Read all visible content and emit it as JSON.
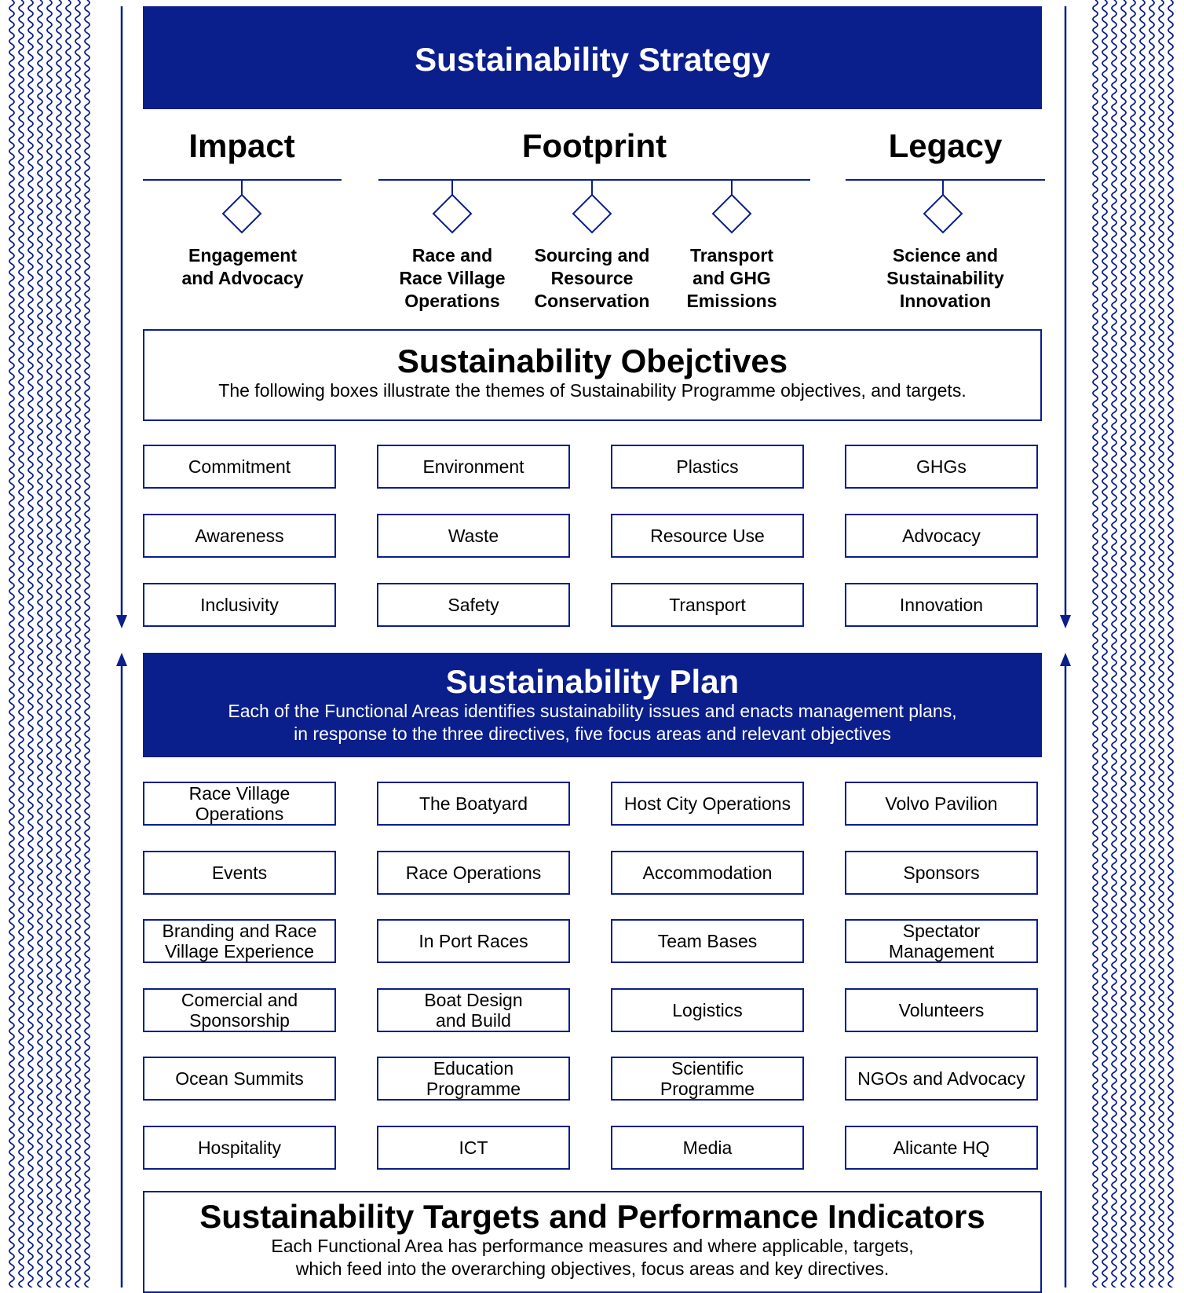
{
  "strategy": {
    "title": "Sustainability Strategy"
  },
  "pillars": [
    {
      "label": "Impact"
    },
    {
      "label": "Footprint"
    },
    {
      "label": "Legacy"
    }
  ],
  "focus_areas": [
    {
      "label": "Engagement\nand Advocacy"
    },
    {
      "label": "Race and\nRace Village\nOperations"
    },
    {
      "label": "Sourcing and\nResource\nConservation"
    },
    {
      "label": "Transport\nand GHG\nEmissions"
    },
    {
      "label": "Science and\nSustainability\nInnovation"
    }
  ],
  "objectives": {
    "title": "Sustainability Obejctives",
    "description": "The following boxes illustrate the themes of Sustainability Programme objectives, and targets.",
    "items": [
      [
        "Commitment",
        "Environment",
        "Plastics",
        "GHGs"
      ],
      [
        "Awareness",
        "Waste",
        "Resource Use",
        "Advocacy"
      ],
      [
        "Inclusivity",
        "Safety",
        "Transport",
        "Innovation"
      ]
    ]
  },
  "plan": {
    "title": "Sustainability Plan",
    "description_line1": "Each of the Functional Areas identifies sustainability issues and enacts management plans,",
    "description_line2": "in response to the three directives, five focus areas and relevant objectives",
    "items": [
      [
        "Race Village\nOperations",
        "The Boatyard",
        "Host City Operations",
        "Volvo Pavilion"
      ],
      [
        "Events",
        "Race Operations",
        "Accommodation",
        "Sponsors"
      ],
      [
        "Branding and Race\nVillage Experience",
        "In Port Races",
        "Team Bases",
        "Spectator\nManagement"
      ],
      [
        "Comercial and\nSponsorship",
        "Boat Design\nand Build",
        "Logistics",
        "Volunteers"
      ],
      [
        "Ocean Summits",
        "Education\nProgramme",
        "Scientific\nProgramme",
        "NGOs and Advocacy"
      ],
      [
        "Hospitality",
        "ICT",
        "Media",
        "Alicante HQ"
      ]
    ]
  },
  "targets": {
    "title": "Sustainability Targets and Performance Indicators",
    "description_line1": "Each Functional Area has performance measures and where applicable, targets,",
    "description_line2": "which feed into the overarching objectives, focus areas and key directives."
  },
  "colors": {
    "accent": "#0a1e8c",
    "background": "#ffffff"
  },
  "icons": [
    "wave-pattern",
    "diamond-icon",
    "arrow-down-icon",
    "arrow-up-icon"
  ]
}
